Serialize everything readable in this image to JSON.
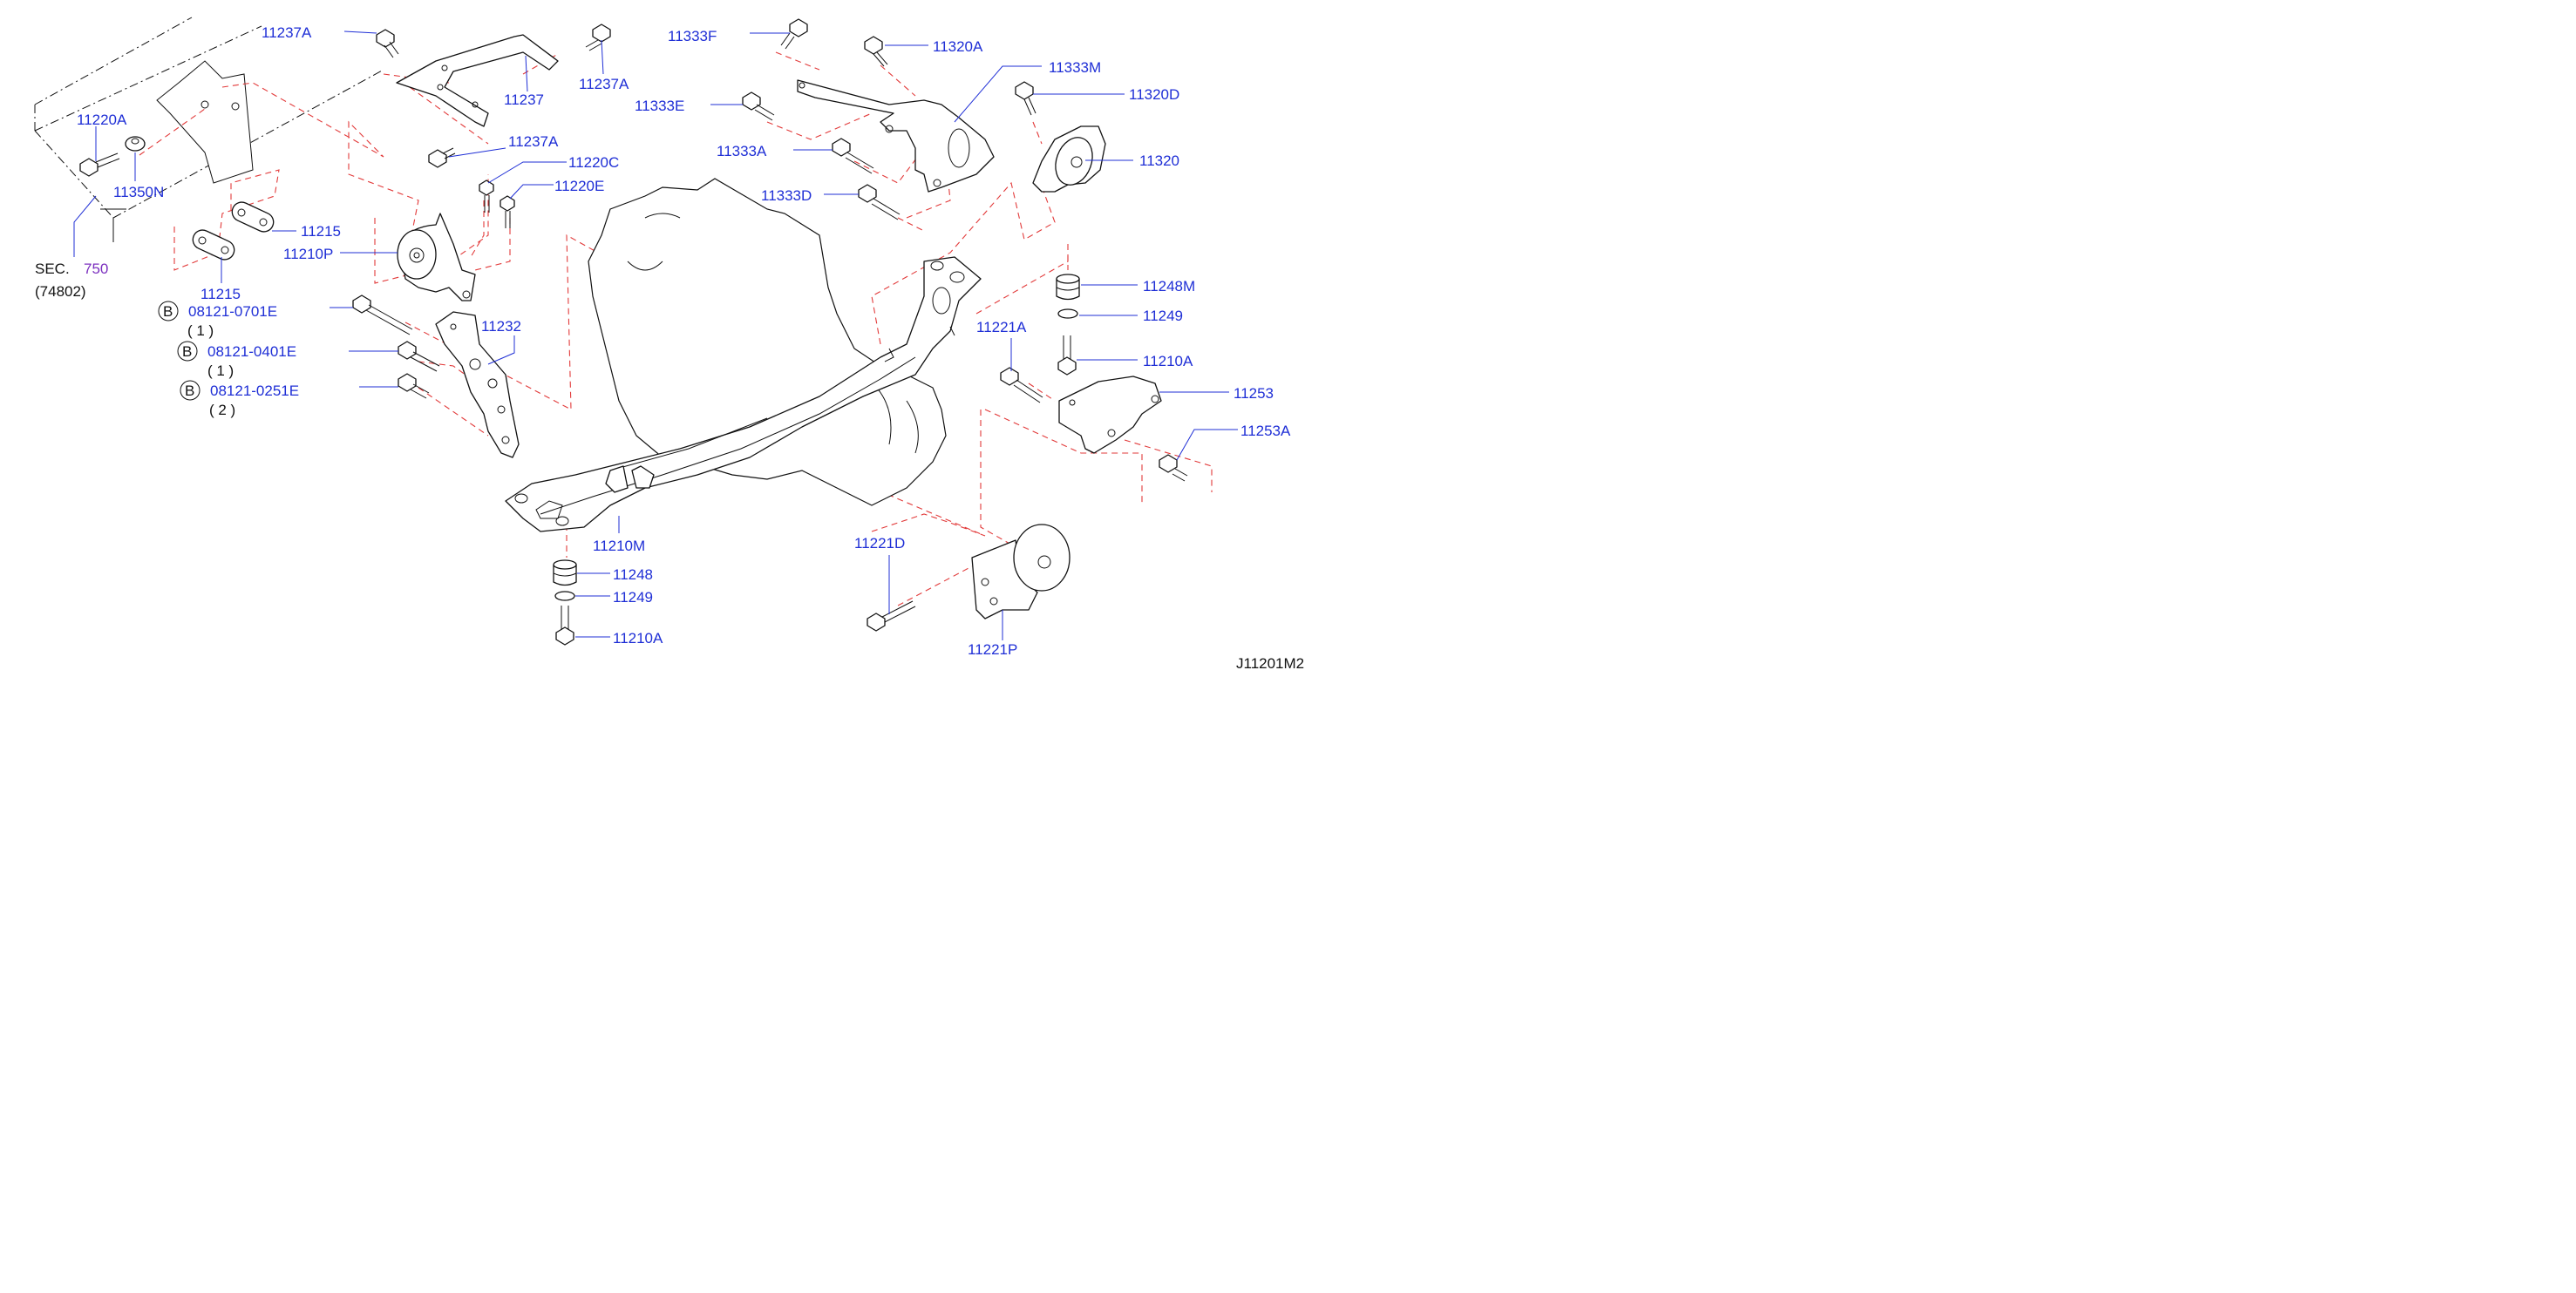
{
  "diagram_code": "J11201M2",
  "section_ref": {
    "prefix": "SEC.",
    "number": "750",
    "sub": "(74802)"
  },
  "parts": {
    "p11237A_1": "11237A",
    "p11237A_2": "11237A",
    "p11237A_3": "11237A",
    "p11237": "11237",
    "p11220A": "11220A",
    "p11350N": "11350N",
    "p11220C": "11220C",
    "p11220E": "11220E",
    "p11215_1": "11215",
    "p11215_2": "11215",
    "p11210P": "11210P",
    "p11232": "11232",
    "p11333F": "11333F",
    "p11320A": "11320A",
    "p11333M": "11333M",
    "p11320D": "11320D",
    "p11333E": "11333E",
    "p11333A": "11333A",
    "p11320": "11320",
    "p11333D": "11333D",
    "p11248M": "11248M",
    "p11249_1": "11249",
    "p11221A": "11221A",
    "p11210A_1": "11210A",
    "p11253": "11253",
    "p11253A": "11253A",
    "p11210M": "11210M",
    "p11248": "11248",
    "p11249_2": "11249",
    "p11210A_2": "11210A",
    "p11221D": "11221D",
    "p11221P": "11221P"
  },
  "bolts": [
    {
      "mark": "B",
      "part": "08121-0701E",
      "qty": "( 1 )"
    },
    {
      "mark": "B",
      "part": "08121-0401E",
      "qty": "( 1 )"
    },
    {
      "mark": "B",
      "part": "08121-0251E",
      "qty": "( 2 )"
    }
  ]
}
